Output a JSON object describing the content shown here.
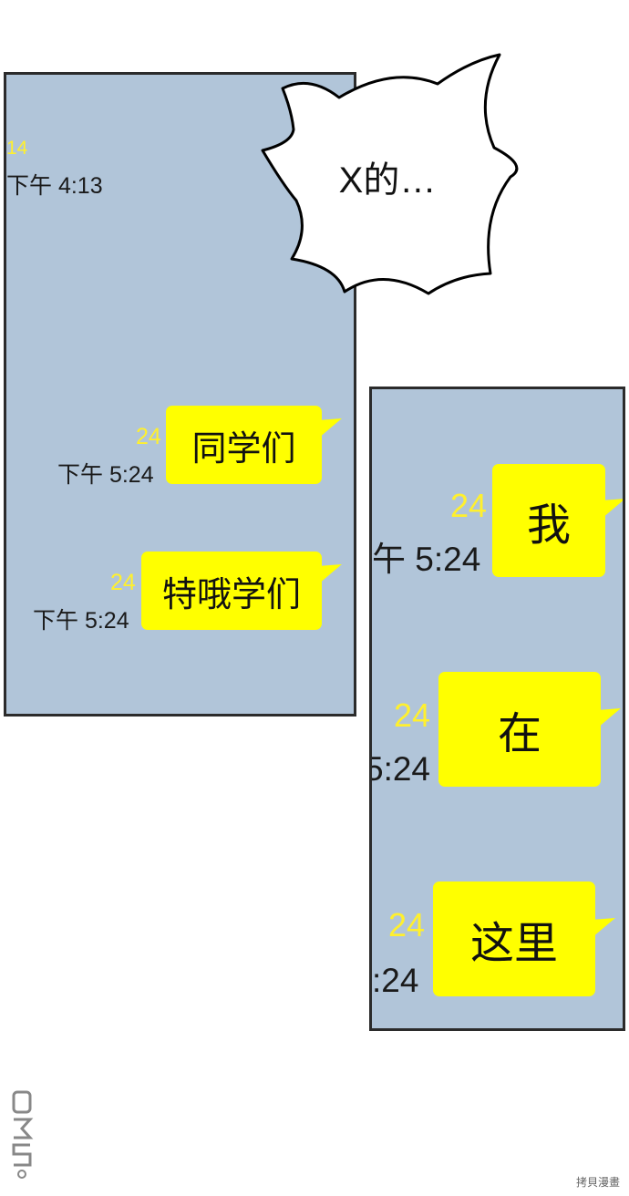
{
  "left_panel": {
    "partial_count": "14",
    "partial_time": "下午 4:13",
    "messages": [
      {
        "count": "24",
        "time": "下午 5:24",
        "text": "同学们"
      },
      {
        "count": "24",
        "time": "下午 5:24",
        "text": "特哦学们"
      }
    ]
  },
  "speech_bubble": {
    "text": "X的…"
  },
  "right_panel": {
    "messages": [
      {
        "count": "24",
        "time": "午 5:24",
        "text": "我"
      },
      {
        "count": "24",
        "time": "5:24",
        "text": "在"
      },
      {
        "count": "24",
        "time": ":24",
        "text": "这里"
      }
    ]
  },
  "watermark": {
    "right_text": "拷貝漫畫"
  },
  "colors": {
    "chat_bg": "#b1c5d9",
    "bubble": "#ffff00",
    "count": "#fff02e",
    "border": "#2b2b2b"
  }
}
